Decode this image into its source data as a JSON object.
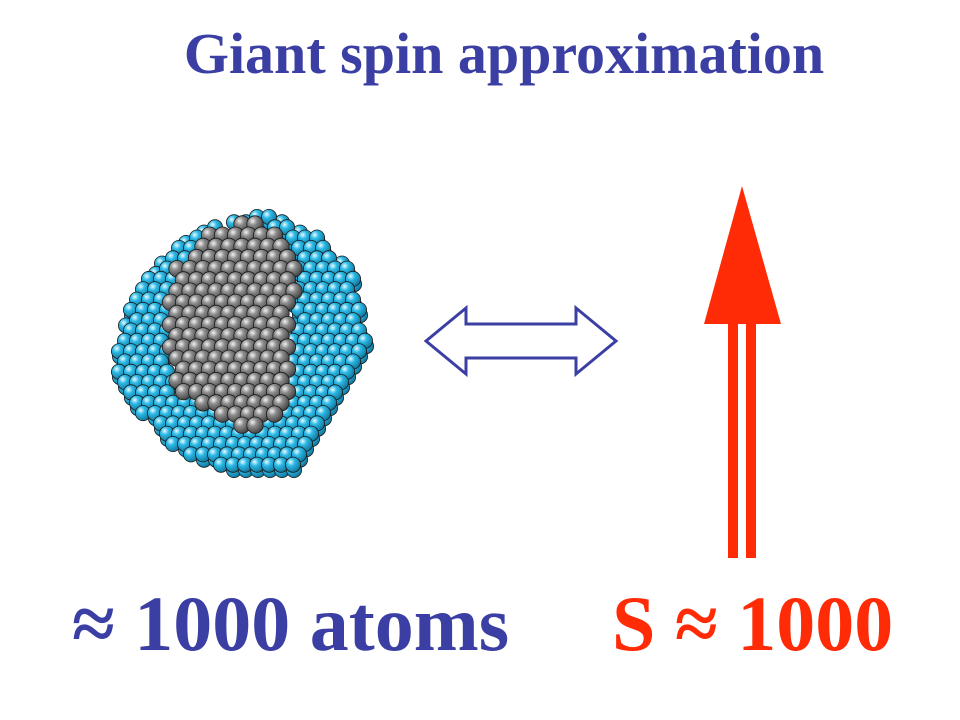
{
  "slide": {
    "title": "Giant spin approximation",
    "left_caption": "≈ 1000 atoms",
    "right_caption": "S ≈ 1000"
  },
  "colors": {
    "title": "#3b3fa3",
    "left_caption": "#3b3fa3",
    "right_caption": "#ff2a06",
    "double_arrow_stroke": "#3b3fa3",
    "spin_arrow": "#ff2a06",
    "atom_blue": "#2bb9e6",
    "atom_blue_dark": "#0f6f93",
    "atom_grey": "#8c8c8c",
    "atom_grey_dark": "#3a3a3a"
  },
  "diagram": {
    "nodes": [
      {
        "id": "cluster",
        "type": "atom-cluster-icon"
      },
      {
        "id": "equivalence",
        "type": "double-headed-arrow-icon"
      },
      {
        "id": "spin",
        "type": "spin-arrow-icon"
      }
    ]
  }
}
